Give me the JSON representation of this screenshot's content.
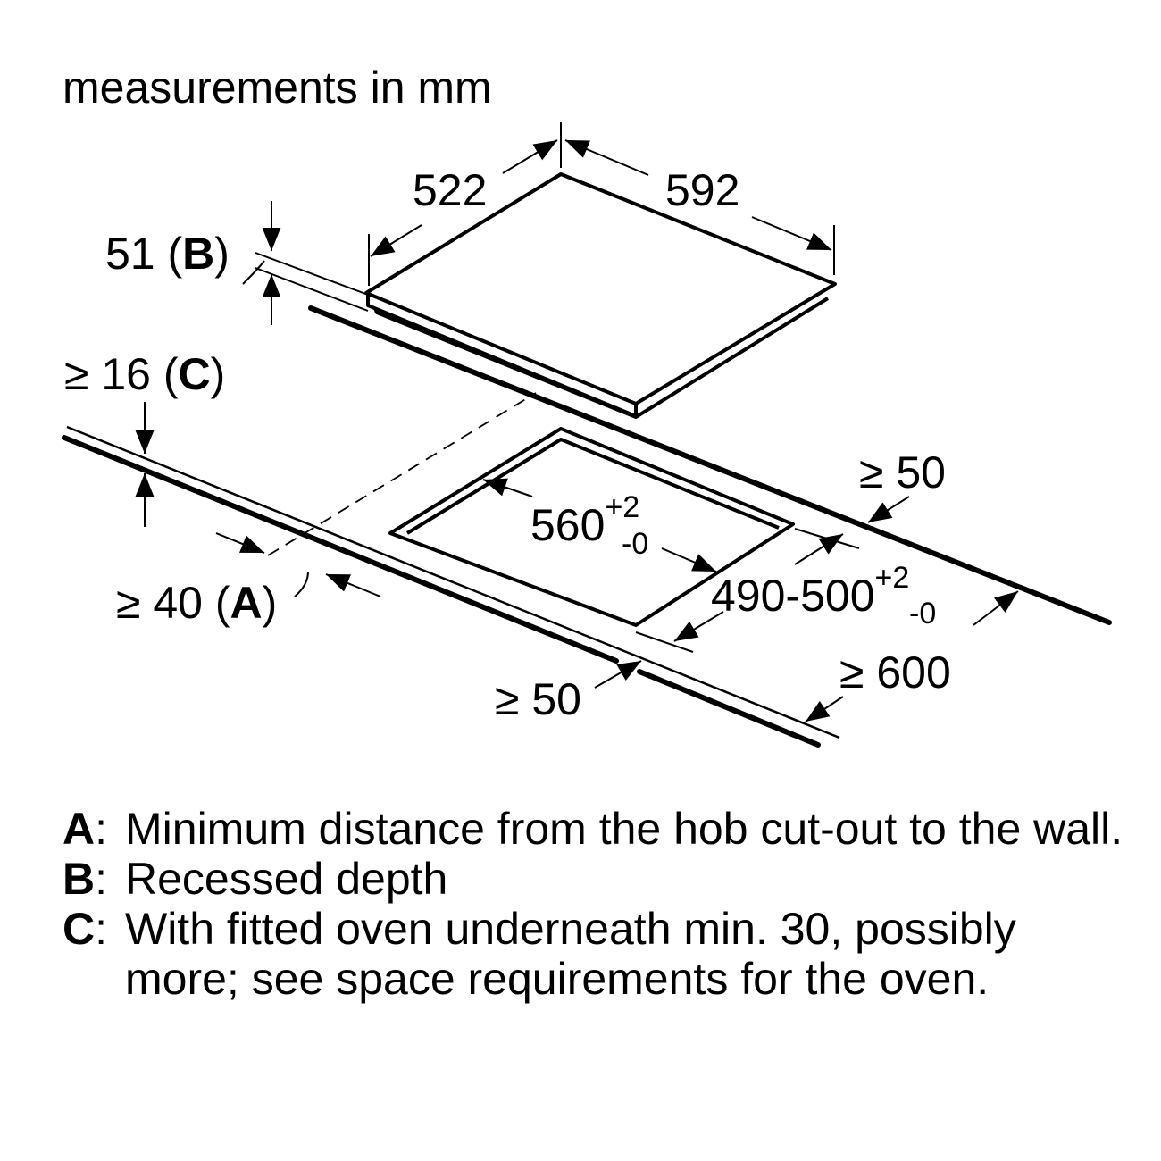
{
  "title": "measurements in mm",
  "dimensions": {
    "depth": "522",
    "width": "592",
    "recess": {
      "value": "51 (",
      "letter": "B",
      "close": ")"
    },
    "oven_clearance": {
      "value": "≥ 16 (",
      "letter": "C",
      "close": ")"
    },
    "wall_distance": {
      "value": "≥ 40 (",
      "letter": "A",
      "close": ")"
    },
    "cutout_width": {
      "value": "560",
      "tol_plus": "+2",
      "tol_minus": "-0"
    },
    "cutout_depth": {
      "value": "490-500",
      "tol_plus": "+2",
      "tol_minus": "-0"
    },
    "rear_clearance": "≥ 50",
    "front_clearance": "≥ 50",
    "worktop_depth": "≥ 600"
  },
  "legend": [
    {
      "key": "A",
      "sep": ":",
      "text": "Minimum distance from the hob cut-out to the wall."
    },
    {
      "key": "B",
      "sep": ":",
      "text": "Recessed depth"
    },
    {
      "key": "C",
      "sep": ":",
      "text": "With fitted oven underneath min. 30, possibly more; see space requirements for the oven."
    }
  ]
}
